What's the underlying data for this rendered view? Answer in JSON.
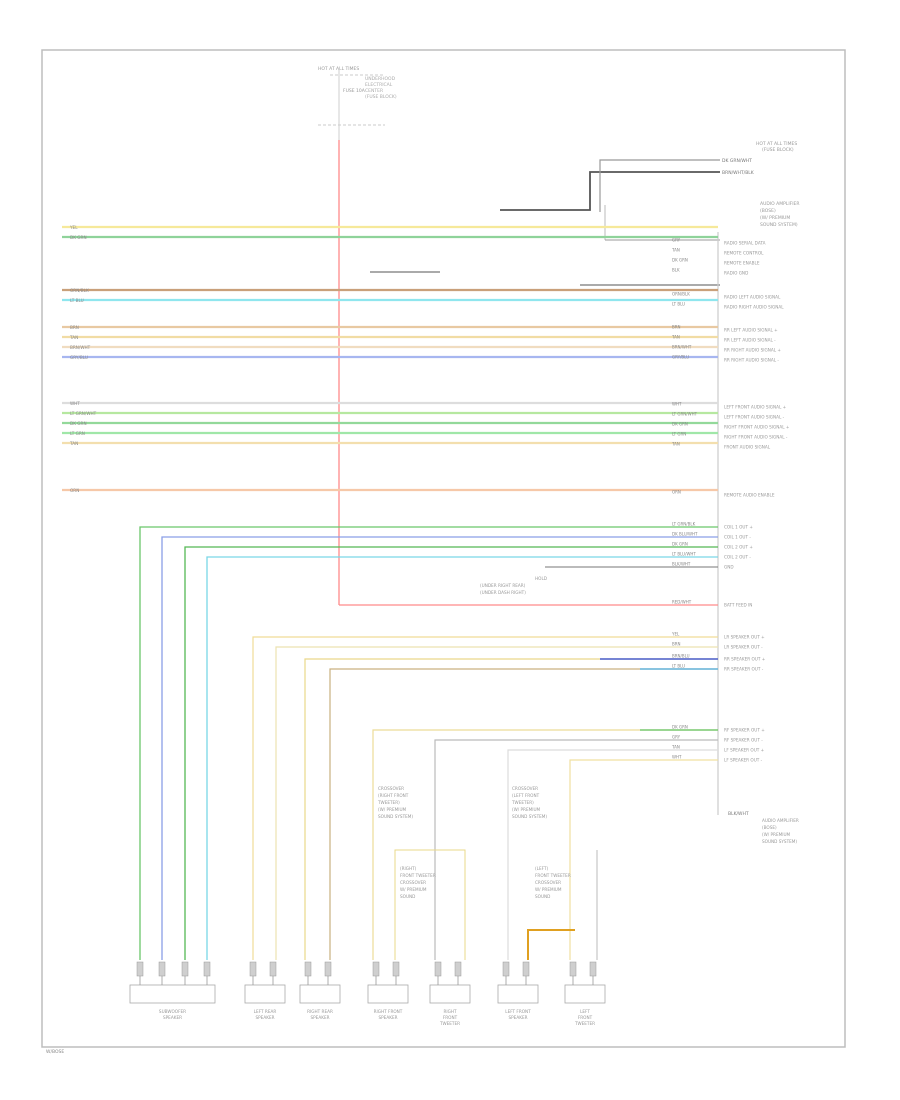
{
  "diagram": {
    "fuse": {
      "label": "HOT AT ALL TIMES",
      "note": "FUSE 10A",
      "desc": [
        "UNDERHOOD",
        "ELECTRICAL",
        "CENTER",
        "(FUSE BLOCK)"
      ]
    },
    "header_right": [
      "HOT AT ALL TIMES",
      "(FUSE BLOCK)"
    ],
    "module_title": [
      "AUDIO AMPLIFIER",
      "(BOSE)",
      "(W/ PREMIUM",
      "SOUND SYSTEM)"
    ],
    "module_bottom": [
      "AUDIO AMPLIFIER",
      "(BOSE)",
      "(W/ PREMIUM",
      "SOUND SYSTEM)"
    ],
    "left_wires": [
      {
        "label": "YEL",
        "color": "#f6e99a"
      },
      {
        "label": "DK GRN",
        "color": "#8fd39a"
      },
      {
        "label": "ORN/BLK",
        "color": "#c9a07a"
      },
      {
        "label": "LT BLU",
        "color": "#8fe6ee"
      },
      {
        "label": "BRN",
        "color": "#e8c9a2"
      },
      {
        "label": "TAN",
        "color": "#f1dca4"
      },
      {
        "label": "BRN/WHT",
        "color": "#f0dcc0"
      },
      {
        "label": "GRY/BLU",
        "color": "#a7b6f0"
      },
      {
        "label": "WHT",
        "color": "#dddddd"
      },
      {
        "label": "LT GRN/WHT",
        "color": "#b6e8a0"
      },
      {
        "label": "DK GRN",
        "color": "#93d99a"
      },
      {
        "label": "LT GRN",
        "color": "#a0e7a8"
      },
      {
        "label": "TAN",
        "color": "#f3dfae"
      },
      {
        "label": "ORN",
        "color": "#f6c8a8"
      }
    ],
    "pins": [
      {
        "name": "RADIO SERIAL DATA",
        "wire": "GRY"
      },
      {
        "name": "REMOTE CONTROL",
        "wire": "TAN"
      },
      {
        "name": "REMOTE ENABLE",
        "wire": "DK GRN"
      },
      {
        "name": "RADIO GND",
        "wire": "BLK"
      },
      {
        "name": "RADIO LEFT AUDIO SIGNAL",
        "wire": "ORN/BLK"
      },
      {
        "name": "RADIO RIGHT AUDIO SIGNAL",
        "wire": "LT BLU"
      },
      {
        "name": "RR LEFT AUDIO SIGNAL +",
        "wire": "BRN"
      },
      {
        "name": "RR LEFT AUDIO SIGNAL -",
        "wire": "TAN"
      },
      {
        "name": "RR RIGHT AUDIO SIGNAL +",
        "wire": "BRN/WHT"
      },
      {
        "name": "RR RIGHT AUDIO SIGNAL -",
        "wire": "GRY/BLU"
      },
      {
        "name": "LEFT FRONT AUDIO SIGNAL +",
        "wire": "WHT"
      },
      {
        "name": "LEFT FRONT AUDIO SIGNAL -",
        "wire": "LT GRN/WHT"
      },
      {
        "name": "RIGHT FRONT AUDIO SIGNAL +",
        "wire": "DK GRN"
      },
      {
        "name": "RIGHT FRONT AUDIO SIGNAL -",
        "wire": "LT GRN"
      },
      {
        "name": "FRONT AUDIO SIGNAL",
        "wire": "TAN"
      },
      {
        "name": "REMOTE AUDIO ENABLE",
        "wire": "ORN"
      },
      {
        "name": "COIL 1 OUT +",
        "wire": "LT GRN/BLK"
      },
      {
        "name": "COIL 1 OUT -",
        "wire": "DK BLU/WHT"
      },
      {
        "name": "COIL 2 OUT +",
        "wire": "DK GRN"
      },
      {
        "name": "COIL 2 OUT -",
        "wire": "LT BLU/WHT"
      },
      {
        "name": "GND",
        "wire": "BLK/WHT"
      },
      {
        "name": "BATT FEED IN",
        "wire": "RED/WHT"
      },
      {
        "name": "LR SPEAKER OUT +",
        "wire": "YEL"
      },
      {
        "name": "LR SPEAKER OUT -",
        "wire": "BRN"
      },
      {
        "name": "RR SPEAKER OUT +",
        "wire": "BRN/BLU"
      },
      {
        "name": "RR SPEAKER OUT -",
        "wire": "LT BLU"
      },
      {
        "name": "RF SPEAKER OUT +",
        "wire": "DK GRN"
      },
      {
        "name": "RF SPEAKER OUT -",
        "wire": "GRY"
      },
      {
        "name": "LF SPEAKER OUT +",
        "wire": "TAN"
      },
      {
        "name": "LF SPEAKER OUT -",
        "wire": "WHT"
      }
    ],
    "ground_label": "BLK/WHT",
    "gnd_note": [
      "HOLD",
      "(UNDER RIGHT REAR)",
      "(UNDER DASH RIGHT)"
    ],
    "top_connector": [
      "DK GRN/WHT",
      "BRN/WHT/BLK"
    ],
    "speakers": [
      {
        "label": [
          "SUBWOOFER",
          "SPEAKER"
        ]
      },
      {
        "label": [
          "LEFT REAR",
          "SPEAKER"
        ]
      },
      {
        "label": [
          "RIGHT REAR",
          "SPEAKER"
        ]
      },
      {
        "label": [
          "RIGHT FRONT",
          "SPEAKER"
        ]
      },
      {
        "label": [
          "RIGHT",
          "FRONT",
          "TWEETER"
        ]
      },
      {
        "label": [
          "LEFT FRONT",
          "SPEAKER"
        ]
      },
      {
        "label": [
          "LEFT",
          "FRONT",
          "TWEETER"
        ]
      }
    ],
    "crossover_right": [
      "CROSSOVER",
      "(RIGHT FRONT",
      "TWEETER)",
      "(W/ PREMIUM",
      "SOUND SYSTEM)"
    ],
    "crossover_left": [
      "CROSSOVER",
      "(LEFT FRONT",
      "TWEETER)",
      "(W/ PREMIUM",
      "SOUND SYSTEM)"
    ],
    "tweeter_right_note": [
      "(RIGHT)",
      "FRONT TWEETER",
      "CROSSOVER",
      "W/ PREMIUM",
      "SOUND"
    ],
    "tweeter_left_note": [
      "(LEFT)",
      "FRONT TWEETER",
      "CROSSOVER",
      "W/ PREMIUM",
      "SOUND"
    ],
    "footer": "W/BOSE"
  }
}
